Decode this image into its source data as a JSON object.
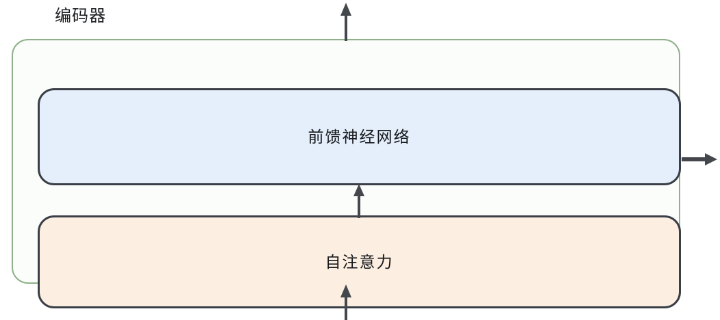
{
  "diagram": {
    "title_label": "编码器",
    "colors": {
      "group_border": "#8FB08A",
      "group_fill": "#FBFDFA",
      "block_border": "#3A3F47",
      "ffn_fill": "#E4EFFB",
      "attention_fill": "#FCEEE1",
      "arrow": "#44484D",
      "text": "#15171A",
      "background": "#FFFFFF"
    },
    "blocks": [
      {
        "id": "feed-forward",
        "label": "前馈神经网络"
      },
      {
        "id": "self-attention",
        "label": "自注意力"
      }
    ],
    "arrows": [
      {
        "id": "input-arrow",
        "direction": "up",
        "icon": "arrow-up-icon"
      },
      {
        "id": "attention-to-ffn-arrow",
        "direction": "up",
        "icon": "arrow-up-icon"
      },
      {
        "id": "output-arrow",
        "direction": "up",
        "icon": "arrow-up-icon"
      },
      {
        "id": "side-output-arrow",
        "direction": "right",
        "icon": "arrow-right-icon"
      }
    ]
  }
}
